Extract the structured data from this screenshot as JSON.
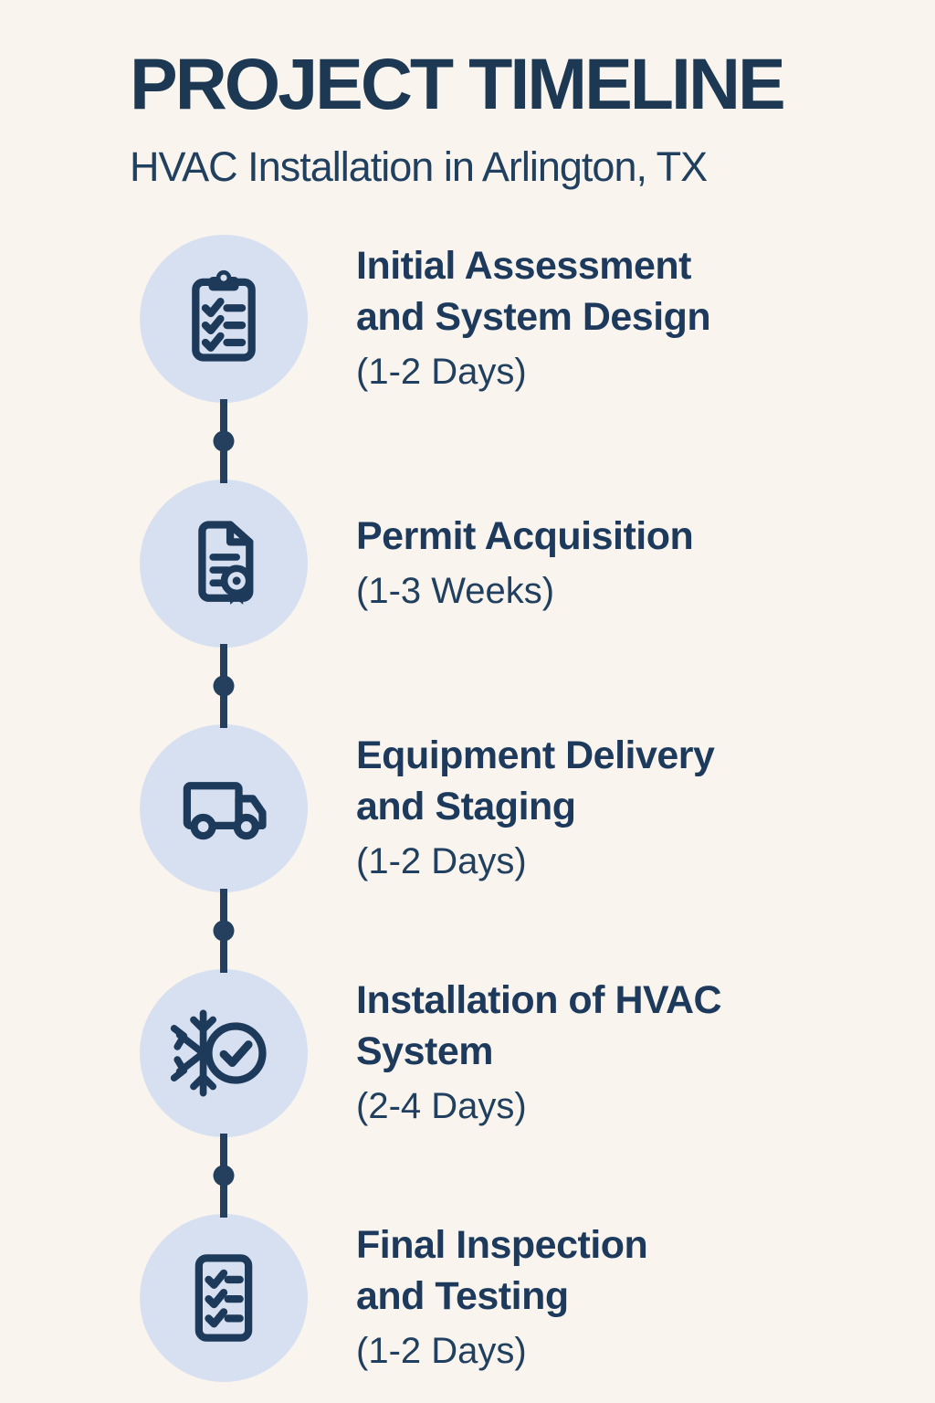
{
  "page": {
    "title": "PROJECT TIMELINE",
    "subtitle": "HVAC Installation in Arlington, TX"
  },
  "colors": {
    "background": "#f9f5ee",
    "circle_fill": "#d7e0f1",
    "navy": "#1e3a5a"
  },
  "steps": [
    {
      "icon": "clipboard-checklist-icon",
      "title": "Initial Assessment\nand System Design",
      "duration": "(1-2 Days)"
    },
    {
      "icon": "permit-document-seal-icon",
      "title": "Permit Acquisition",
      "duration": "(1-3 Weeks)"
    },
    {
      "icon": "delivery-truck-icon",
      "title": "Equipment Delivery\nand Staging",
      "duration": "(1-2 Days)"
    },
    {
      "icon": "snowflake-check-icon",
      "title": "Installation of HVAC\nSystem",
      "duration": "(2-4 Days)"
    },
    {
      "icon": "checklist-icon",
      "title": "Final Inspection\nand Testing",
      "duration": "(1-2 Days)"
    }
  ]
}
